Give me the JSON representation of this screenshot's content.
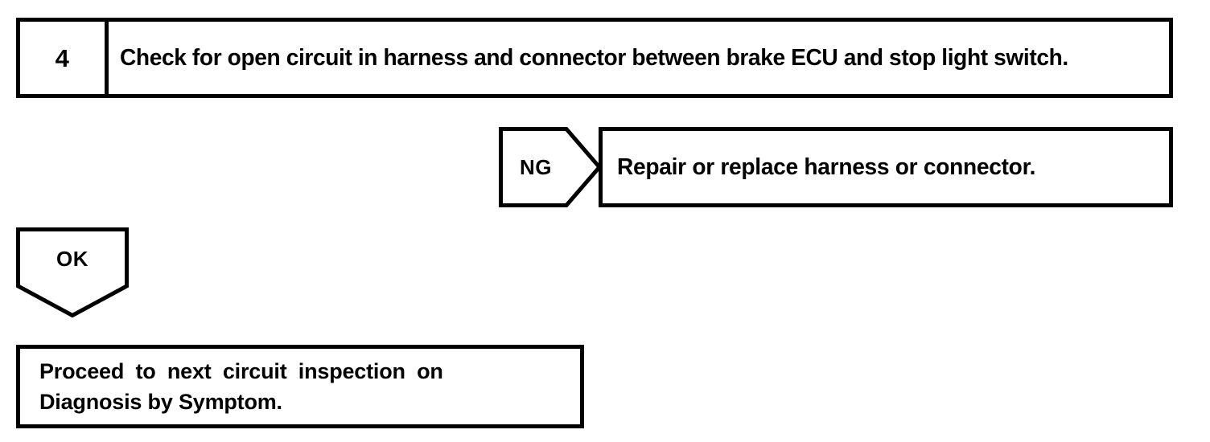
{
  "document": {
    "type": "diagnostic-flowchart",
    "background_color": "#ffffff",
    "line_color": "#000000"
  },
  "step": {
    "number": "4",
    "instruction": "Check for open circuit in harness and connector between brake ECU and stop light switch."
  },
  "branches": {
    "ng": {
      "label": "NG",
      "result_text": "Repair or replace harness or connector."
    },
    "ok": {
      "label": "OK",
      "result_line_1": "Proceed to next circuit inspection on",
      "result_line_2": "Diagnosis by Symptom."
    }
  }
}
